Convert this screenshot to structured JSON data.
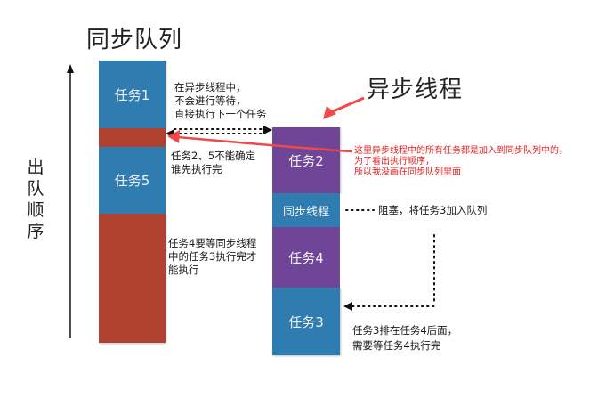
{
  "titles": {
    "sync_queue": "同步队列",
    "async_thread": "异步线程"
  },
  "axis": {
    "label": "出\n队\n顺\n序",
    "direction": "up"
  },
  "sync_queue_blocks": [
    {
      "label": "任务1",
      "color": "#2f7cb0"
    },
    {
      "label": "",
      "color": "#b0402f"
    },
    {
      "label": "任务5",
      "color": "#2f7cb0"
    },
    {
      "label": "",
      "color": "#b0402f"
    }
  ],
  "async_thread_blocks": [
    {
      "label": "任务2",
      "color": "#6f4597"
    },
    {
      "label": "同步线程",
      "color": "#2f7cb0"
    },
    {
      "label": "任务4",
      "color": "#6f4597"
    },
    {
      "label": "任务3",
      "color": "#2f7cb0"
    }
  ],
  "notes": {
    "async_no_wait": "在异步线程中，\n不会进行等待，\n直接执行下一个任务",
    "task2_5": "任务2、5不能确定\n谁先执行完",
    "task4_waits": "任务4要等同步线程\n中的任务3执行完才\n能执行",
    "block_add_task3": "阻塞，将任务3加入队列",
    "task3_after_4": "任务3排在任务4后面，\n需要等任务4执行完",
    "red_explanation": "这里异步线程中的所有任务都是加入到同步队列中的，\n为了看出执行顺序，\n所以我没画在同步队列里面"
  },
  "colors": {
    "blue": "#2f7cb0",
    "red": "#b0402f",
    "purple": "#6f4597",
    "annotation_red": "#e02020"
  }
}
